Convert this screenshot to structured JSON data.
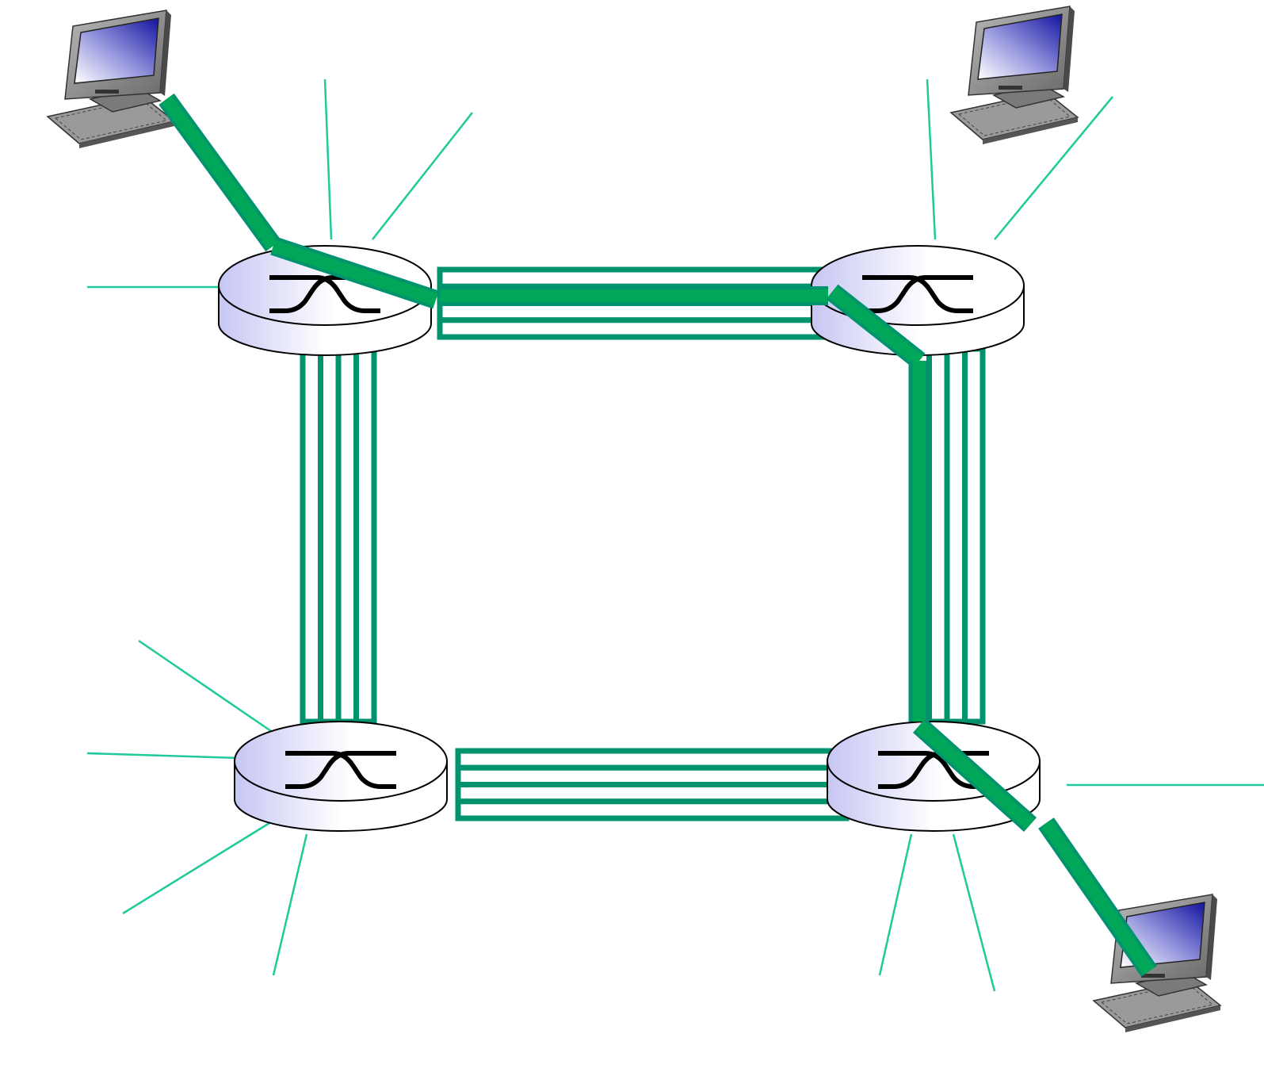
{
  "diagram": {
    "type": "circuit-switched-network",
    "colors": {
      "background": "#ffffff",
      "access_line": "#1ec99a",
      "trunk_line": "#00936d",
      "circuit_path": "#00a758",
      "circuit_outline": "#00936d",
      "switch_top_light": "#ffffff",
      "switch_top_dark": "#c6c6f4",
      "switch_outline": "#000000",
      "monitor_screen_dark": "#1414a0",
      "monitor_screen_light": "#ffffff",
      "monitor_body": "#8a8a8a"
    },
    "switches": [
      {
        "id": "top-left",
        "icon": "circuit-switch-icon"
      },
      {
        "id": "top-right",
        "icon": "circuit-switch-icon"
      },
      {
        "id": "bottom-left",
        "icon": "circuit-switch-icon"
      },
      {
        "id": "bottom-right",
        "icon": "circuit-switch-icon"
      }
    ],
    "hosts": [
      {
        "id": "host-top-left",
        "icon": "desktop-computer-icon"
      },
      {
        "id": "host-top-right",
        "icon": "desktop-computer-icon"
      },
      {
        "id": "host-bottom-right",
        "icon": "desktop-computer-icon"
      }
    ],
    "links": [
      {
        "id": "top",
        "from": "top-left",
        "to": "top-right",
        "circuits": 4,
        "allocated_circuit": 2
      },
      {
        "id": "left",
        "from": "top-left",
        "to": "bottom-left",
        "circuits": 4,
        "allocated_circuit": null
      },
      {
        "id": "right",
        "from": "top-right",
        "to": "bottom-right",
        "circuits": 4,
        "allocated_circuit": 1
      },
      {
        "id": "bottom",
        "from": "bottom-left",
        "to": "bottom-right",
        "circuits": 4,
        "allocated_circuit": null
      }
    ],
    "end_to_end_circuit": [
      "host-top-left",
      "top-left",
      "top-right",
      "bottom-right",
      "host-bottom-right"
    ]
  }
}
